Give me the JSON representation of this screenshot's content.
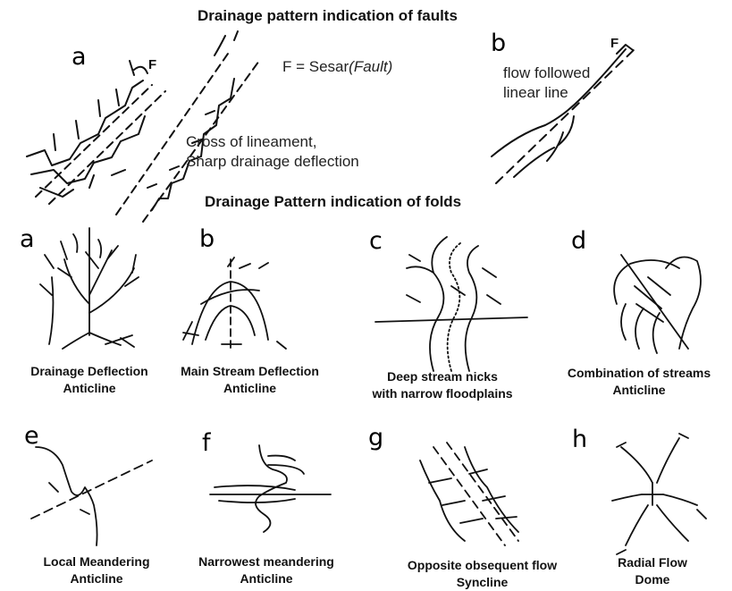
{
  "faults": {
    "heading": "Drainage pattern indication of faults",
    "letter_a": "a",
    "letter_b": "b",
    "f_label_1": "F",
    "f_label_2": "F",
    "legend_prefix": "F = Sesar",
    "legend_italic": "(Fault)",
    "note_a_line1": "Cross of lineament,",
    "note_a_line2": "Sharp drainage deflection",
    "note_b_line1": "flow followed",
    "note_b_line2": "linear line"
  },
  "folds": {
    "heading": "Drainage Pattern indication of folds",
    "panels": [
      {
        "letter": "a",
        "line1": "Drainage Deflection",
        "line2": "Anticline"
      },
      {
        "letter": "b",
        "line1": "Main Stream Deflection",
        "line2": "Anticline"
      },
      {
        "letter": "c",
        "line1": "Deep stream nicks",
        "line2": "with narrow floodplains"
      },
      {
        "letter": "d",
        "line1": "Combination of streams",
        "line2": "Anticline"
      },
      {
        "letter": "e",
        "line1": "Local Meandering",
        "line2": "Anticline"
      },
      {
        "letter": "f",
        "line1": "Narrowest meandering",
        "line2": "Anticline"
      },
      {
        "letter": "g",
        "line1": "Opposite obsequent flow",
        "line2": "Syncline"
      },
      {
        "letter": "h",
        "line1": "Radial Flow",
        "line2": "Dome"
      }
    ]
  }
}
